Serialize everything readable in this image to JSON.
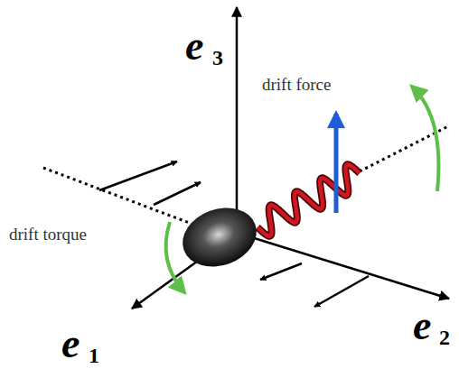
{
  "diagram": {
    "labels": [
      "e",
      "3",
      "e",
      "1",
      "e",
      "2",
      "drift force",
      "drift torque"
    ]
  }
}
